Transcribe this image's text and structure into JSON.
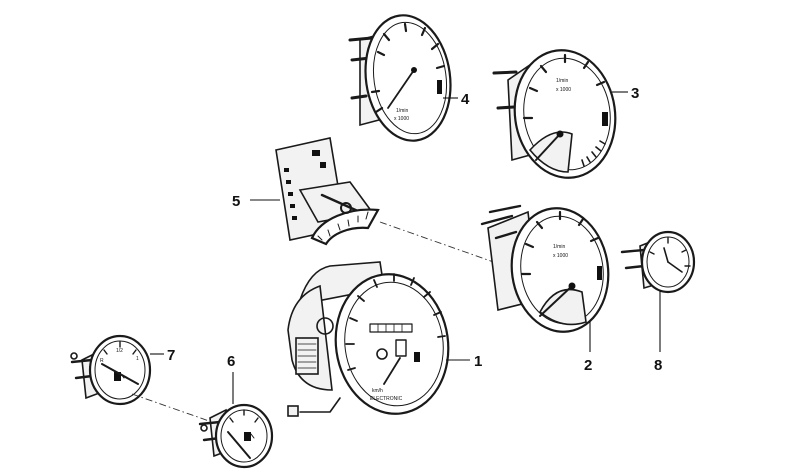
{
  "callouts": [
    {
      "id": "1",
      "label": "1"
    },
    {
      "id": "2",
      "label": "2"
    },
    {
      "id": "3",
      "label": "3"
    },
    {
      "id": "4",
      "label": "4"
    },
    {
      "id": "5",
      "label": "5"
    },
    {
      "id": "6",
      "label": "6"
    },
    {
      "id": "7",
      "label": "7"
    },
    {
      "id": "8",
      "label": "8"
    }
  ],
  "dial_text": {
    "rpm_unit": "1/min",
    "rpm_factor": "x 1000",
    "speedo_unit": "km/h",
    "speedo_brand": "ELECTRONIC"
  },
  "colors": {
    "ink": "#1a1a1a",
    "background": "#ffffff"
  },
  "icons": [
    "fuel-pump-icon"
  ]
}
